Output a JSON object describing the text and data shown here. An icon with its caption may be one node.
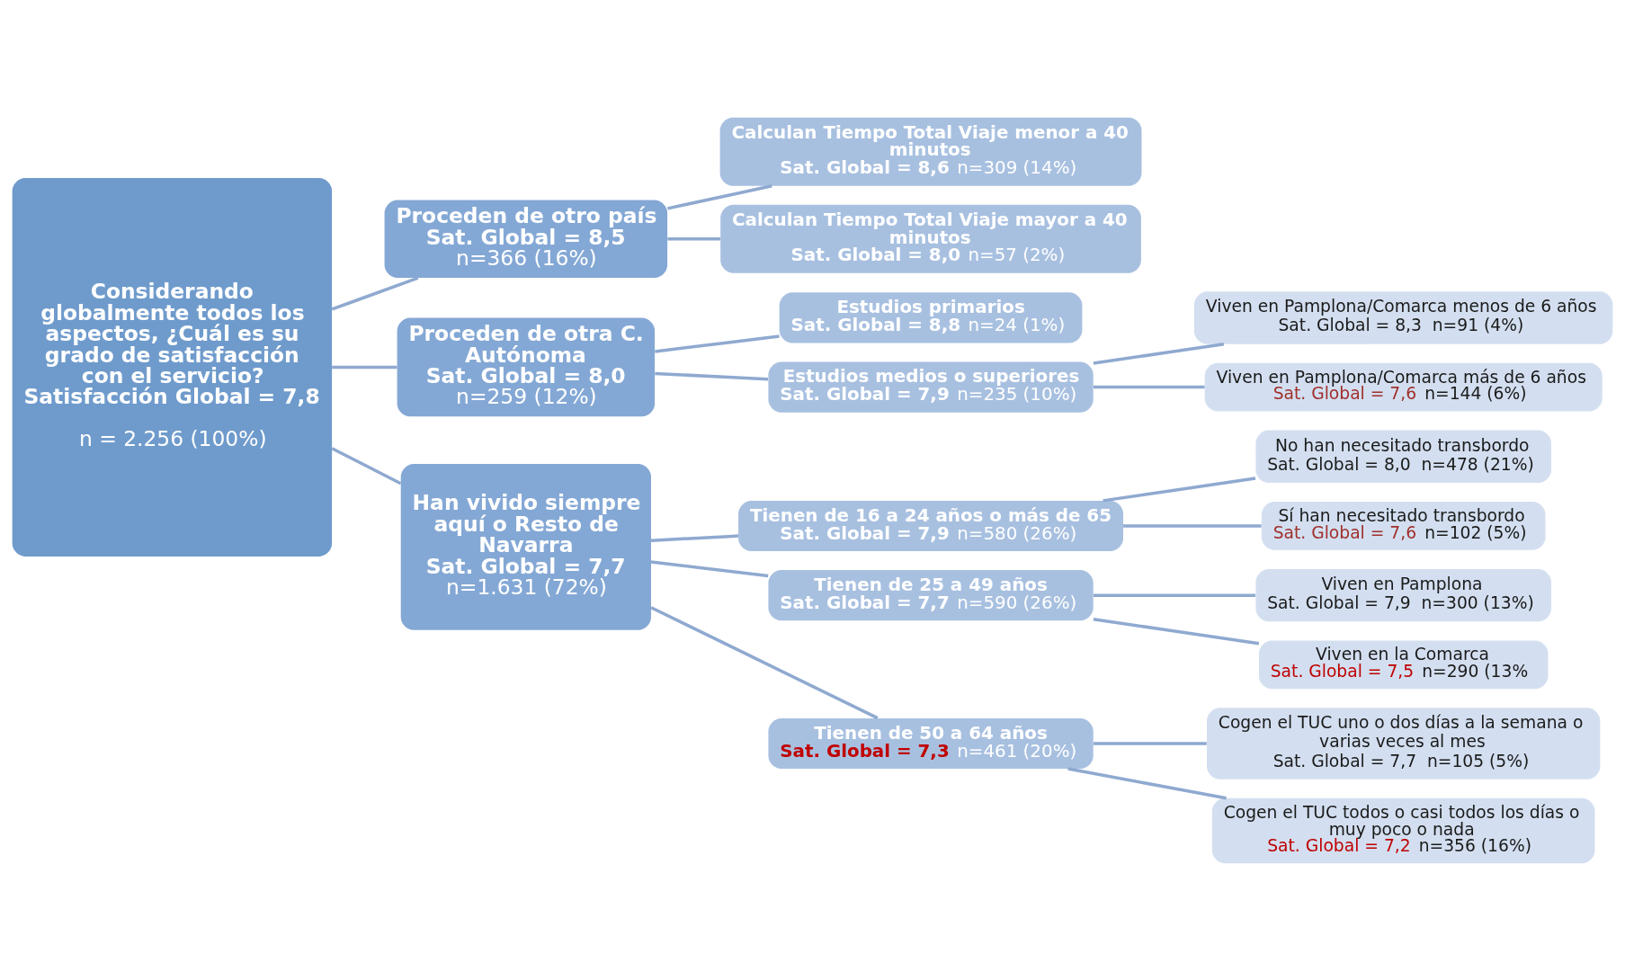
{
  "diagram": {
    "nodes": [
      {
        "text": [
          "Considerando globalmente todos los aspectos, ¿Cuál es su grado de satisfacción con el servicio?",
          "Satisfacción Global = 7,8",
          "n = 2.256 (100%)"
        ]
      },
      {
        "text": [
          "Proceden de otro país",
          "Sat. Global = 8,5",
          "n=366 (16%)"
        ]
      },
      {
        "text": [
          "Calculan Tiempo Total Viaje menor a 40 minutos",
          "Sat. Global = 8,6",
          "n=309 (14%)"
        ]
      },
      {
        "text": [
          "Calculan Tiempo Total Viaje mayor a 40 minutos",
          "Sat. Global = 8,0",
          "n=57 (2%)"
        ]
      },
      {
        "text": [
          "Proceden de otra C. Autónoma",
          "Sat. Global = 8,0",
          "n=259 (12%)"
        ]
      },
      {
        "text": [
          "Estudios primarios",
          "Sat. Global = 8,8",
          "n=24 (1%)"
        ]
      },
      {
        "text": [
          "Estudios medios o superiores",
          "Sat. Global = 7,9",
          "n=235 (10%)"
        ]
      },
      {
        "text": [
          "Viven en Pamplona/Comarca menos de 6 años",
          "Sat. Global = 8,3",
          "n=91 (4%)"
        ]
      },
      {
        "text": [
          "Viven en Pamplona/Comarca más de 6 años",
          "Sat. Global = 7,6",
          "n=144 (6%)"
        ]
      },
      {
        "text": [
          "Han vivido siempre aquí o Resto de Navarra",
          "Sat. Global = 7,7",
          "n=1.631 (72%)"
        ]
      },
      {
        "text": [
          "Tienen de 16 a 24 años o más de 65",
          "Sat. Global = 7,9",
          "n=580 (26%)"
        ]
      },
      {
        "text": [
          "No han necesitado transbordo",
          "Sat. Global = 8,0",
          "n=478 (21%)"
        ]
      },
      {
        "text": [
          "Sí han necesitado transbordo",
          "Sat. Global = 7,6",
          "n=102 (5%)"
        ]
      },
      {
        "text": [
          "Tienen de 25 a 49 años",
          "Sat. Global = 7,7",
          "n=590 (26%)"
        ]
      },
      {
        "text": [
          "Viven en Pamplona",
          "Sat. Global = 7,9",
          "n=300 (13%)"
        ]
      },
      {
        "text": [
          "Viven en la Comarca",
          "Sat. Global = 7,5",
          "n=290 (13%"
        ]
      },
      {
        "text": [
          "Tienen de 50 a 64 años",
          "Sat. Global = 7,3",
          "n=461 (20%)"
        ]
      },
      {
        "text": [
          "Cogen el TUC uno o dos días a la semana o varias veces al mes",
          "Sat. Global = 7,7",
          "n=105 (5%)"
        ]
      },
      {
        "text": [
          "Cogen el TUC todos o casi todos los días o muy poco o nada",
          "Sat. Global = 7,2",
          "n=356 (16%)"
        ]
      }
    ],
    "edges": [
      {
        "from": 0,
        "to": 1,
        "arrow": "none"
      },
      {
        "from": 0,
        "to": 4,
        "arrow": "none"
      },
      {
        "from": 0,
        "to": 9,
        "arrow": "none"
      },
      {
        "from": 1,
        "to": 2,
        "arrow": "none"
      },
      {
        "from": 1,
        "to": 3,
        "arrow": "none"
      },
      {
        "from": 4,
        "to": 5,
        "arrow": "none"
      },
      {
        "from": 4,
        "to": 6,
        "arrow": "none"
      },
      {
        "from": 6,
        "to": 7,
        "arrow": "none"
      },
      {
        "from": 6,
        "to": 8,
        "arrow": "none"
      },
      {
        "from": 9,
        "to": 10,
        "arrow": "none"
      },
      {
        "from": 9,
        "to": 13,
        "arrow": "none"
      },
      {
        "from": 9,
        "to": 16,
        "arrow": "none"
      },
      {
        "from": 10,
        "to": 11,
        "arrow": "none"
      },
      {
        "from": 10,
        "to": 12,
        "arrow": "none"
      },
      {
        "from": 13,
        "to": 14,
        "arrow": "none"
      },
      {
        "from": 13,
        "to": 15,
        "arrow": "none"
      },
      {
        "from": 16,
        "to": 17,
        "arrow": "none"
      },
      {
        "from": 16,
        "to": 18,
        "arrow": "none"
      }
    ]
  }
}
